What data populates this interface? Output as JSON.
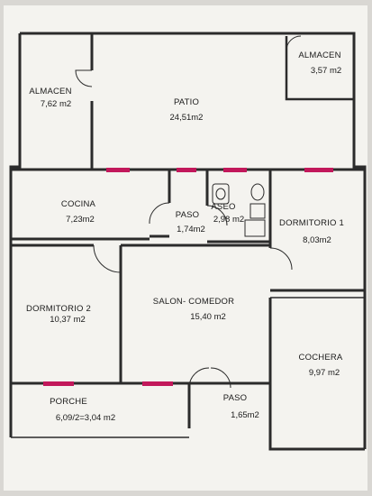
{
  "plan": {
    "colors": {
      "paper": "#f4f3ef",
      "background": "#d9d7d3",
      "wall": "#2b2b2b",
      "window": "#c2185b"
    },
    "rooms": {
      "almacen_left": {
        "name": "ALMACEN",
        "area": "7,62 m2"
      },
      "almacen_right": {
        "name": "ALMACEN",
        "area": "3,57 m2"
      },
      "patio": {
        "name": "PATIO",
        "area": "24,51m2"
      },
      "cocina": {
        "name": "COCINA",
        "area": "7,23m2"
      },
      "paso_top": {
        "name": "PASO",
        "area": "1,74m2"
      },
      "aseo": {
        "name": "ASEO",
        "area": "2,98 m2"
      },
      "dormitorio1": {
        "name": "DORMITORIO 1",
        "area": "8,03m2"
      },
      "dormitorio2": {
        "name": "DORMITORIO 2",
        "area": "10,37 m2"
      },
      "salon": {
        "name": "SALON- COMEDOR",
        "area": "15,40 m2"
      },
      "cochera": {
        "name": "COCHERA",
        "area": "9,97 m2"
      },
      "porche": {
        "name": "PORCHE",
        "area": "6,09/2=3,04 m2"
      },
      "paso_bottom": {
        "name": "PASO",
        "area": "1,65m2"
      }
    }
  }
}
